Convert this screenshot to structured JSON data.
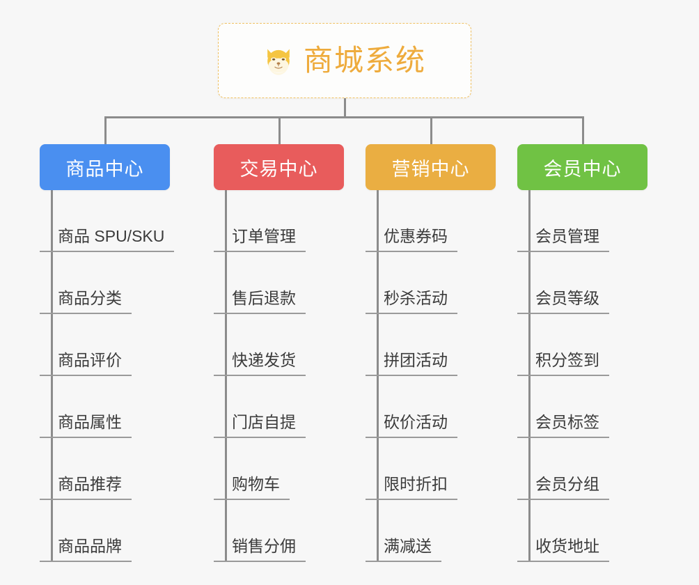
{
  "root": {
    "icon": "shiba-dog-face-icon",
    "icon_glyph": "🐶",
    "title": "商城系统",
    "title_color": "#eeab3c",
    "border_color": "#f0c060"
  },
  "canvas": {
    "background": "#f7f7f7",
    "connector_color": "#8c8c8c",
    "leaf_text_color": "#3b3b3b",
    "leaf_rule_color": "#9a9a9a"
  },
  "branches": [
    {
      "label": "商品中心",
      "color": "#4a8ff0",
      "items": [
        {
          "label": "商品 SPU/SKU"
        },
        {
          "label": "商品分类"
        },
        {
          "label": "商品评价"
        },
        {
          "label": "商品属性"
        },
        {
          "label": "商品推荐"
        },
        {
          "label": "商品品牌"
        }
      ]
    },
    {
      "label": "交易中心",
      "color": "#e85c5c",
      "items": [
        {
          "label": "订单管理"
        },
        {
          "label": "售后退款"
        },
        {
          "label": "快递发货"
        },
        {
          "label": "门店自提"
        },
        {
          "label": "购物车"
        },
        {
          "label": "销售分佣"
        }
      ]
    },
    {
      "label": "营销中心",
      "color": "#eaae42",
      "items": [
        {
          "label": "优惠券码"
        },
        {
          "label": "秒杀活动"
        },
        {
          "label": "拼团活动"
        },
        {
          "label": "砍价活动"
        },
        {
          "label": "限时折扣"
        },
        {
          "label": "满减送"
        }
      ]
    },
    {
      "label": "会员中心",
      "color": "#70c244",
      "items": [
        {
          "label": "会员管理"
        },
        {
          "label": "会员等级"
        },
        {
          "label": "积分签到"
        },
        {
          "label": "会员标签"
        },
        {
          "label": "会员分组"
        },
        {
          "label": "收货地址"
        }
      ]
    }
  ]
}
